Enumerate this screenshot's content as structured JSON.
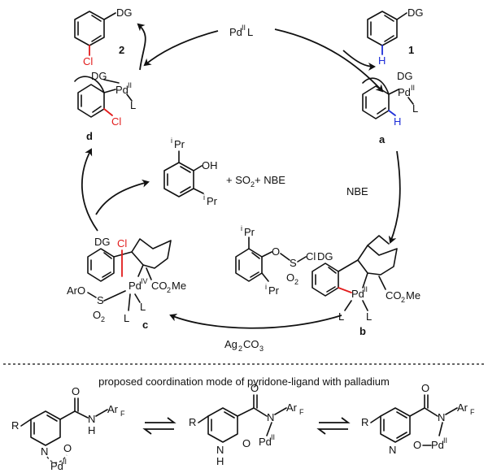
{
  "labels": {
    "cmpd_1": "1",
    "cmpd_2": "2",
    "cmpd_a": "a",
    "cmpd_b": "b",
    "cmpd_c": "c",
    "cmpd_d": "d",
    "dg": "DG",
    "cl": "Cl",
    "h": "H",
    "l": "L",
    "pd": "Pd",
    "ox_ii": "II",
    "ox_iv": "IV",
    "pdiil": "Pd",
    "pdiil_l": "L",
    "nbe": "NBE",
    "co2me": "CO",
    "co2me_sub": "2",
    "co2me_tail": "Me",
    "ipr_i": "i",
    "ipr_pr": "Pr",
    "oh": "OH",
    "so2_nbe": "+ SO",
    "so2_sub": "2",
    "so2_nbe_tail": " + NBE",
    "reagent_o": "O",
    "reagent_s": "S",
    "reagent_o2": "O",
    "ag2co3": "Ag",
    "ag2co3_sub": "2",
    "ag2co3_tail": "CO",
    "ag2co3_sub2": "3",
    "aro": "ArO",
    "bottom_caption": "proposed coordination mode of pyridone-ligand with palladium",
    "r": "R",
    "n": "N",
    "o": "O",
    "hn": "H",
    "arf": "Ar",
    "arf_sub": "F"
  },
  "colors": {
    "halogen": "#e21b1b",
    "hydrogen": "#1f2fd8",
    "ink": "#111111"
  }
}
